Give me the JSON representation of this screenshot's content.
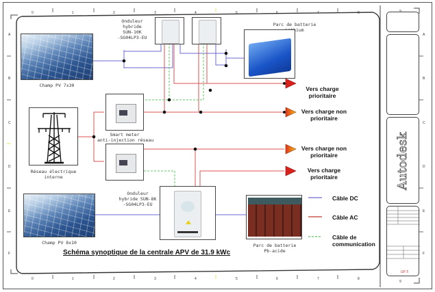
{
  "title": "Schéma synoptique de la centrale APV de 31.9 kWc",
  "grid": {
    "columns": [
      "0",
      "1",
      "2",
      "3",
      "4",
      "5",
      "6",
      "7",
      "8",
      "9"
    ],
    "rows": [
      "A",
      "B",
      "C",
      "D",
      "E",
      "F"
    ]
  },
  "components": {
    "pv_field_1": {
      "label": "Champ PV 7x30"
    },
    "pv_field_2": {
      "label": "Champ PV 8x10"
    },
    "inverter_1": {
      "label_line1": "Onduleur",
      "label_line2": "hybride",
      "label_line3": "SUN-10K",
      "label_line4": "-SG04LP3-EU"
    },
    "inverter_2": {
      "label_line1": "Onduleur",
      "label_line2": "hybride SUN-8K",
      "label_line3": "-SG04LP3-EU"
    },
    "lithium_battery": {
      "label_line1": "Parc de batterie",
      "label_line2": "Lithium"
    },
    "lead_battery": {
      "label_line1": "Parc de batterie",
      "label_line2": "Pb-acide"
    },
    "grid": {
      "label_line1": "Réseau électrique",
      "label_line2": "interne"
    },
    "smart_meter": {
      "label_line1": "Smart meter",
      "label_line2": "anti-injection réseau"
    }
  },
  "loads": [
    {
      "line1": "Vers charge",
      "line2": "prioritaire",
      "type": "priority"
    },
    {
      "line1": "Vers charge non",
      "line2": "prioritaire",
      "type": "non-priority"
    },
    {
      "line1": "Vers charge non",
      "line2": "prioritaire",
      "type": "non-priority"
    },
    {
      "line1": "Vers charge",
      "line2": "prioritaire",
      "type": "priority"
    }
  ],
  "legend": [
    {
      "label": "Câble DC",
      "color": "#6a6ad0",
      "style": "solid"
    },
    {
      "label": "Câble AC",
      "color": "#c0392b",
      "style": "solid"
    },
    {
      "label_line1": "Câble de",
      "label_line2": "communication",
      "color": "#5cc45c",
      "style": "dashed"
    }
  ],
  "colors": {
    "dc": "#6a6ad0",
    "ac": "#d9534f",
    "comm": "#5cc45c",
    "priority_arrow": "#d9221c",
    "non_priority_arrow": "#f08a1c"
  },
  "title_block": {
    "brand": "Autodesk",
    "sheet_id": "GF 5"
  }
}
